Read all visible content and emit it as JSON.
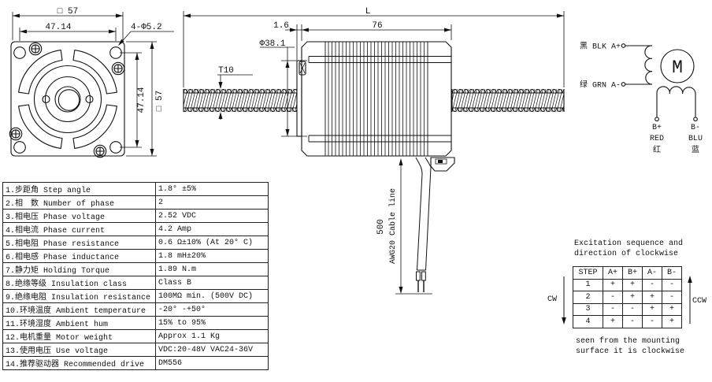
{
  "front_view": {
    "dim_outline_width": "□ 57",
    "dim_hole_spacing_horizontal": "47.14",
    "mounting_holes_note": "4-Φ5.2",
    "dim_hole_spacing_vertical": "47.14",
    "dim_outline_height": "□ 57"
  },
  "side_view": {
    "dim_overall_length": "L",
    "dim_boss_thickness": "1.6",
    "dim_body_length": "76",
    "dim_pilot_diameter": "Φ38.1",
    "screw_thread_label": "T10",
    "dim_cable_length": "500",
    "cable_label": "AWG20 Cable line"
  },
  "wiring_diagram": {
    "lead_a_plus": "黑 BLK A+",
    "lead_a_minus": "绿 GRN A-",
    "motor_symbol": "M",
    "lead_b_plus": {
      "terminal": "B+",
      "color_en": "RED",
      "color_cn": "红"
    },
    "lead_b_minus": {
      "terminal": "B-",
      "color_en": "BLU",
      "color_cn": "蓝"
    }
  },
  "excitation": {
    "title_line1": "Excitation sequence and",
    "title_line2": "direction of clockwise",
    "cw_label": "CW",
    "ccw_label": "CCW",
    "headers": [
      "STEP",
      "A+",
      "B+",
      "A-",
      "B-"
    ],
    "rows": [
      [
        "1",
        "+",
        "+",
        "-",
        "-"
      ],
      [
        "2",
        "-",
        "+",
        "+",
        "-"
      ],
      [
        "3",
        "-",
        "-",
        "+",
        "+"
      ],
      [
        "4",
        "+",
        "-",
        "-",
        "+"
      ]
    ],
    "caption_line1": "seen from the mounting",
    "caption_line2": "surface it is clockwise"
  },
  "spec_table": {
    "rows": [
      {
        "label": "1.步距角 Step angle",
        "value": "1.8° ±5%"
      },
      {
        "label": "2.相　数 Number of phase",
        "value": "2"
      },
      {
        "label": "3.相电压 Phase voltage",
        "value": "2.52 VDC"
      },
      {
        "label": "4.相电流 Phase current",
        "value": "4.2 Amp"
      },
      {
        "label": "5.相电阻 Phase resistance",
        "value": "0.6 Ω±10% (At 20° C)"
      },
      {
        "label": "6.相电感 Phase inductance",
        "value": "1.8 mH±20%"
      },
      {
        "label": "7.静力矩 Holding Torque",
        "value": "1.89 N.m"
      },
      {
        "label": "8.绝缘等级 Insulation class",
        "value": "Class B"
      },
      {
        "label": "9.绝缘电阻 Insulation resistance",
        "value": "100MΩ min. (500V DC)"
      },
      {
        "label": "10.环境温度 Ambient temperature",
        "value": "-20° -+50°"
      },
      {
        "label": "11.环境湿度 Ambient hum",
        "value": "15% to 95%"
      },
      {
        "label": "12.电机重量 Motor weight",
        "value": "Approx 1.1 Kg"
      },
      {
        "label": "13.使用电压 Use voltage",
        "value": "VDC:20-48V VAC24-36V"
      },
      {
        "label": "14.推荐驱动器 Recommended drive",
        "value": "DM556"
      }
    ]
  }
}
